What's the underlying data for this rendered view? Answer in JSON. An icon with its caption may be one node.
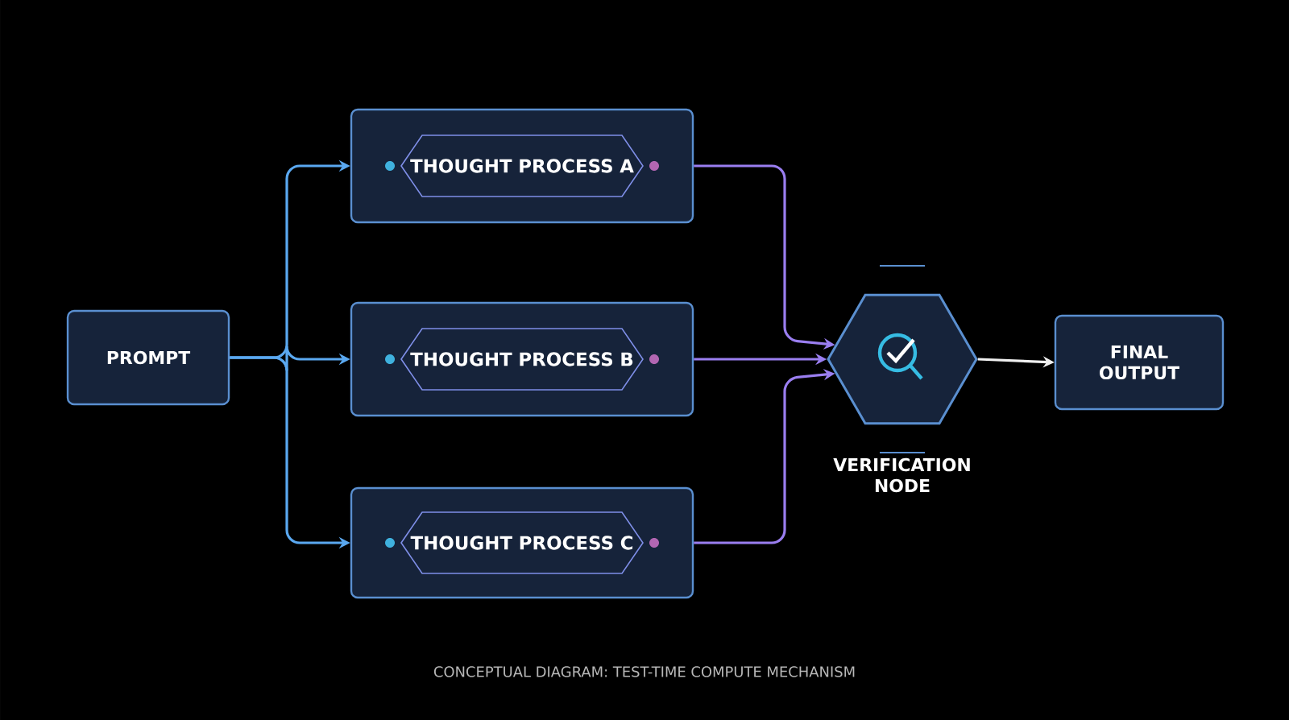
{
  "diagram": {
    "caption": "CONCEPTUAL DIAGRAM: TEST-TIME COMPUTE MECHANISM",
    "nodes": [
      {
        "text": [
          "PROMPT"
        ]
      },
      {
        "text": [
          "THOUGHT PROCESS A"
        ]
      },
      {
        "text": [
          "THOUGHT PROCESS B"
        ]
      },
      {
        "text": [
          "THOUGHT PROCESS C"
        ]
      },
      {
        "text": [
          "VERIFICATION NODE"
        ]
      },
      {
        "text": [
          "FINAL OUTPUT"
        ]
      }
    ],
    "edges": [
      {
        "from": 0,
        "to": 1,
        "arrow": "to",
        "color": "#5aa8f0"
      },
      {
        "from": 0,
        "to": 2,
        "arrow": "to",
        "color": "#5aa8f0"
      },
      {
        "from": 0,
        "to": 3,
        "arrow": "to",
        "color": "#5aa8f0"
      },
      {
        "from": 1,
        "to": 4,
        "arrow": "to",
        "color": "#9a7ef0"
      },
      {
        "from": 2,
        "to": 4,
        "arrow": "to",
        "color": "#9a7ef0"
      },
      {
        "from": 3,
        "to": 4,
        "arrow": "to",
        "color": "#9a7ef0"
      },
      {
        "from": 4,
        "to": 5,
        "arrow": "to",
        "color": "#f0f0f0"
      }
    ]
  }
}
